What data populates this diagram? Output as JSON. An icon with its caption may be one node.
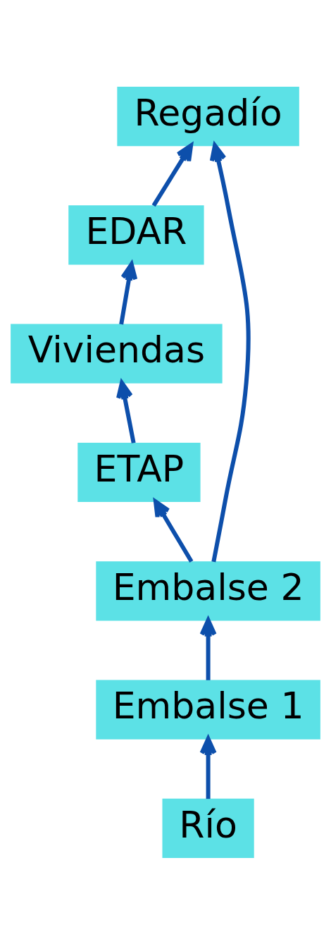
{
  "diagram": {
    "nodes": [
      {
        "text": [
          "Río"
        ]
      },
      {
        "text": [
          "Embalse 1"
        ]
      },
      {
        "text": [
          "Embalse 2"
        ]
      },
      {
        "text": [
          "ETAP"
        ]
      },
      {
        "text": [
          "Viviendas"
        ]
      },
      {
        "text": [
          "EDAR"
        ]
      },
      {
        "text": [
          "Regadío"
        ]
      }
    ],
    "edges": [
      {
        "from": 0,
        "to": 1,
        "arrow": "to"
      },
      {
        "from": 1,
        "to": 2,
        "arrow": "to"
      },
      {
        "from": 2,
        "to": 3,
        "arrow": "to"
      },
      {
        "from": 3,
        "to": 4,
        "arrow": "to"
      },
      {
        "from": 4,
        "to": 5,
        "arrow": "to"
      },
      {
        "from": 2,
        "to": 6,
        "arrow": "to"
      },
      {
        "from": 5,
        "to": 6,
        "arrow": "to"
      }
    ]
  }
}
